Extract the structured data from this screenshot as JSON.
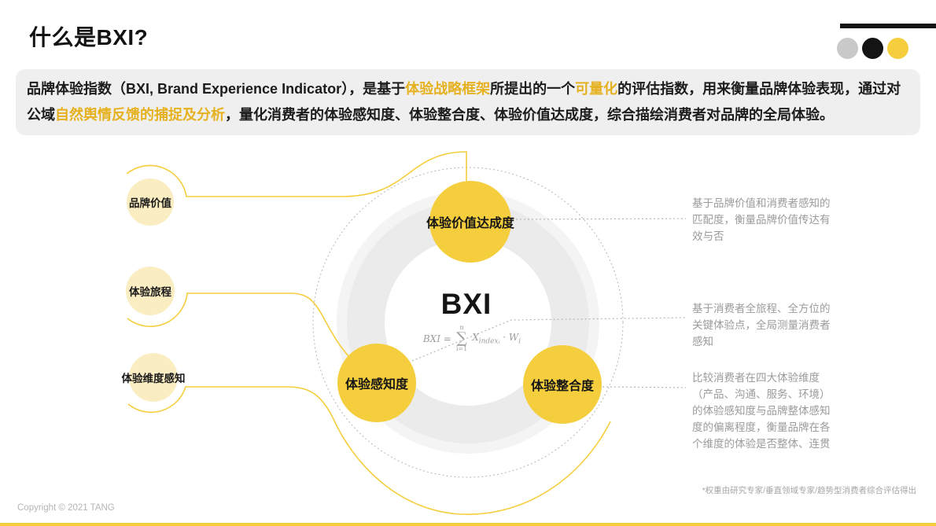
{
  "title": "什么是BXI?",
  "decor": {
    "dots": [
      {
        "name": "gray-dot",
        "color": "#c9c9c9"
      },
      {
        "name": "black-dot",
        "color": "#141414"
      },
      {
        "name": "yellow-dot",
        "color": "#F5CE3E"
      }
    ],
    "bar_color": "#121212",
    "bottom_bar_color": "#F5CE3E"
  },
  "intro": {
    "seg0": "品牌体验指数（BXI, Brand Experience Indicator），是基于",
    "seg1": "体验战略框架",
    "seg2": "所提出的一个",
    "seg3": "可量化",
    "seg4": "的评估指数，用来衡量品牌体验表现，通过对公域",
    "seg5": "自然舆情反馈的捕捉及分析",
    "seg6": "，量化消费者的体验感知度、体验整合度、体验价值达成度，综合描绘消费者对品牌的全局体验。"
  },
  "diagram": {
    "center_label": "BXI",
    "formula": {
      "lhs": "BXI =",
      "sum_upper": "n",
      "sum_symbol": "∑",
      "sum_lower": "i=1",
      "term_x": "X",
      "term_x_sub": "indexᵢ",
      "term_dot": "·",
      "term_w": "W",
      "term_w_sub": "i"
    },
    "nodes": {
      "top": "体验价值达成度",
      "bottom_left": "体验感知度",
      "bottom_right": "体验整合度"
    },
    "inputs": [
      "品牌价值",
      "体验旅程",
      "体验维度感知"
    ],
    "descriptions": [
      "基于品牌价值和消费者感知的匹配度，衡量品牌价值传达有效与否",
      "基于消费者全旅程、全方位的关键体验点，全局测量消费者感知",
      "比较消费者在四大体验维度（产品、沟通、服务、环境）的体验感知度与品牌整体感知度的偏离程度，衡量品牌在各个维度的体验是否整体、连贯"
    ]
  },
  "footnote": "*权重由研究专家/垂直领域专家/趋势型消费者综合评估得出",
  "copyright": "Copyright © 2021 TANG",
  "colors": {
    "accent_yellow": "#F5CE3E",
    "pale_yellow": "#FAEDC1",
    "highlight_text": "#E6B11F",
    "intro_box_bg": "#EFEFEF",
    "ring_gray": "#EBEBEB",
    "dotted_gray": "#B6B6B6",
    "desc_gray": "#9B9B9B"
  }
}
